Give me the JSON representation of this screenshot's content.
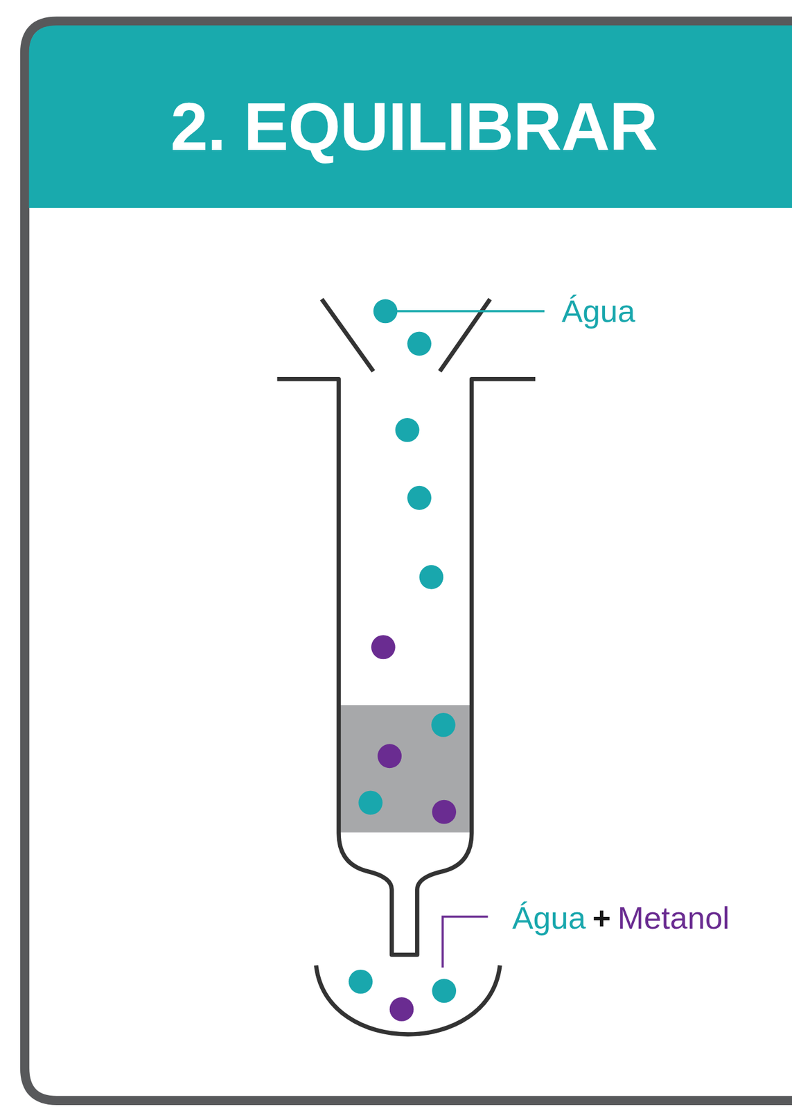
{
  "diagram": {
    "title": "2. EQUILIBRAR",
    "labels": [
      "Água",
      "Água",
      "+",
      "Metanol"
    ]
  }
}
